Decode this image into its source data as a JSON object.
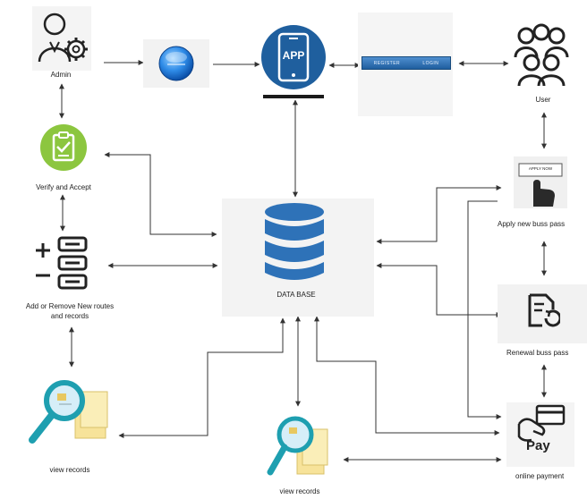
{
  "nodes": {
    "admin": {
      "label": "Admin"
    },
    "user": {
      "label": "User"
    },
    "verify": {
      "label": "Verify and Accept"
    },
    "add_remove": {
      "label_line1": "Add or Remove New routes",
      "label_line2": "and records"
    },
    "database": {
      "label": "DATA BASE"
    },
    "apply": {
      "label": "Apply new buss pass"
    },
    "renewal": {
      "label": "Renewal buss pass"
    },
    "payment": {
      "label": "online payment"
    },
    "view_left": {
      "label": "view records"
    },
    "view_center": {
      "label": "view records"
    },
    "app": {
      "label": "APP"
    },
    "register": {
      "register": "REGISTER",
      "login": "LOGIN"
    },
    "apply_card": {
      "label": "APPLY NOW"
    },
    "pay": {
      "label": "Pay"
    }
  },
  "colors": {
    "db_blue": "#2e72b8",
    "app_blue": "#1f5f9e",
    "verify_green": "#8cc63f",
    "line": "#333333"
  }
}
